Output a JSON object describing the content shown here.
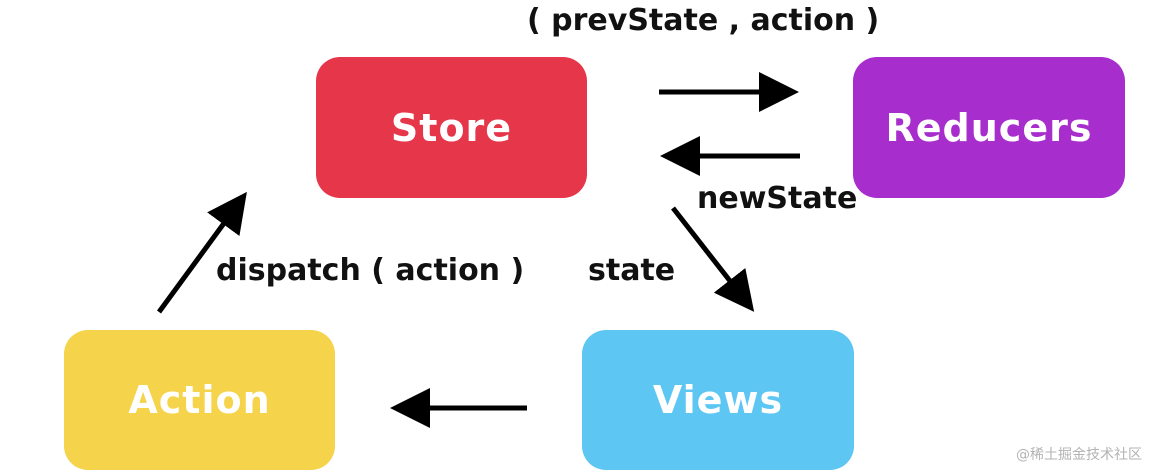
{
  "nodes": {
    "store": {
      "label": "Store",
      "color": "#E5364A"
    },
    "reducers": {
      "label": "Reducers",
      "color": "#A72DCC"
    },
    "action": {
      "label": "Action",
      "color": "#F5D34A"
    },
    "views": {
      "label": "Views",
      "color": "#5EC6F2"
    }
  },
  "edges": {
    "prev_state_label": "( prevState , action )",
    "new_state_label": "newState",
    "dispatch_label": "dispatch ( action )",
    "state_label": "state"
  },
  "watermark": "@稀土掘金技术社区",
  "arrow_color": "#000000"
}
